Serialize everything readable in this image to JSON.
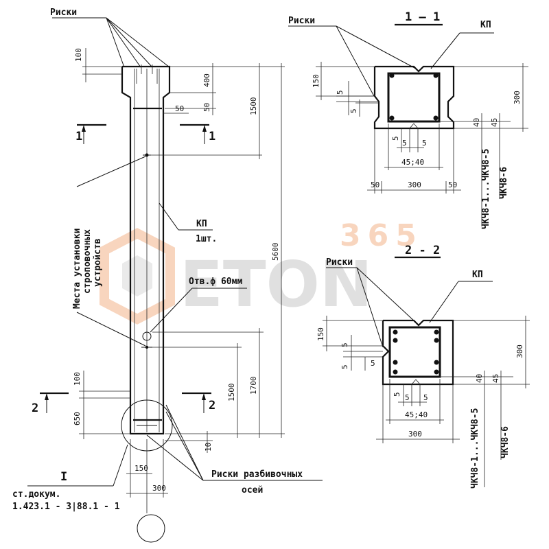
{
  "watermark": {
    "number": "365",
    "word": "ETON",
    "accent_color": "#f4b48a",
    "word_color": "#bcbcbc"
  },
  "elevation": {
    "label_riski": "Риски",
    "dim_100_top": "100",
    "dim_400": "400",
    "dim_50_right": "50",
    "dim_50_lower": "50",
    "dim_1500_top": "1500",
    "dim_5600": "5600",
    "section_1_left": "1",
    "section_1_right": "1",
    "label_kp": "КП",
    "label_kp_qty": "1шт.",
    "label_mounting_line1": "Места установки",
    "label_mounting_line2": "строповочных",
    "label_mounting_line3": "устройств",
    "label_hole": "Отв.ф 60мм",
    "dim_100_bottom": "100",
    "dim_650": "650",
    "dim_1500_bottom": "1500",
    "dim_1700": "1700",
    "dim_10": "10",
    "section_2_left": "2",
    "section_2_right": "2",
    "dim_150": "150",
    "dim_300": "300",
    "node_label": "I",
    "ref_line1": "ст.докум.",
    "ref_line2": "1.423.1 - 3|88.1 - 1",
    "label_axes_line1": "Риски разбивочных",
    "label_axes_line2": "осей"
  },
  "section1": {
    "title": "1 — 1",
    "label_riski": "Риски",
    "label_kp": "КП",
    "dim_150": "150",
    "dim_5a": "5",
    "dim_5b": "5",
    "dim_300_h": "300",
    "dim_40": "40",
    "dim_45": "45",
    "dim_5_bot_a": "5",
    "dim_5_bot_b": "5",
    "dim_5_bot_c": "5",
    "dim_45_40": "45;40",
    "dim_50_left": "50",
    "dim_300_w": "300",
    "dim_50_right": "50",
    "frame_range": "ЧКЧ8-1...ЧКЧ8-5",
    "frame_6": "ЧКЧ8-6"
  },
  "section2": {
    "title": "2 - 2",
    "label_riski": "Риски",
    "label_kp": "КП",
    "dim_150": "150",
    "dim_5a": "5",
    "dim_5b": "5",
    "dim_5c": "5",
    "dim_300_h": "300",
    "dim_40": "40",
    "dim_45": "45",
    "dim_5_bot_a": "5",
    "dim_5_bot_b": "5",
    "dim_5_bot_c": "5",
    "dim_45_40": "45;40",
    "dim_300_w": "300",
    "frame_range": "ЧКЧ8-1...ЧКЧ8-5",
    "frame_6": "ЧКЧ8-6"
  }
}
